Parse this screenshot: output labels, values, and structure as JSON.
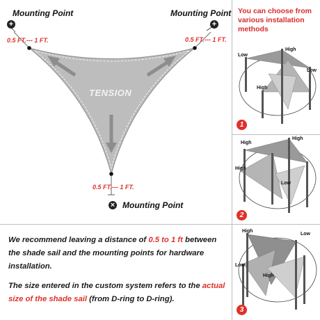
{
  "diagram": {
    "mounting_point_label": "Mounting Point",
    "distance_label": "0.5 FT.--- 1 FT.",
    "tension_label": "TENSION"
  },
  "text": {
    "para1_a": "We recommend leaving a distance of ",
    "para1_red": "0.5 to 1 ft",
    "para1_b": " between the shade sail and the mounting points for hardware installation.",
    "para2_a": "The size entered in the custom system refers to the ",
    "para2_red": "actual size of the shade sail",
    "para2_b": " (from D-ring to D-ring)."
  },
  "sidebar": {
    "title": "You can choose from various installation methods",
    "panels": [
      {
        "number": "1",
        "labels": [
          "Low",
          "High",
          "Low",
          "High"
        ]
      },
      {
        "number": "2",
        "labels": [
          "High",
          "High",
          "High",
          "Low"
        ]
      },
      {
        "number": "3",
        "labels": [
          "High",
          "Low",
          "Low",
          "High"
        ]
      }
    ]
  },
  "colors": {
    "accent_red": "#e0302a",
    "sail_gray": "#b9b9b9"
  }
}
